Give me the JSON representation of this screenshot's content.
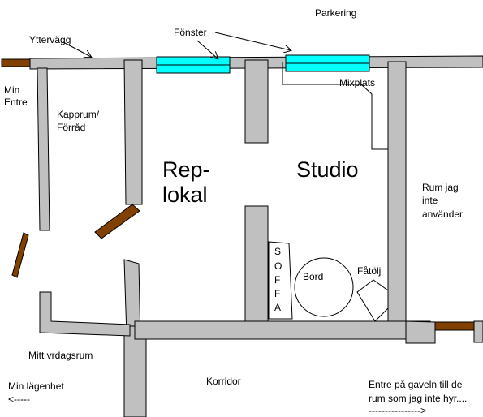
{
  "labels": {
    "parking": "Parkering",
    "outer_wall": "Yttervägg",
    "window": "Fönster",
    "my_entrance": [
      "Min",
      "Entre"
    ],
    "coat_room": [
      "Kapprum/",
      "Förråd"
    ],
    "mix_place": "Mixplats",
    "rehearsal_room": [
      "Rep-",
      "lokal"
    ],
    "studio": "Studio",
    "unused_room": [
      "Rum jag",
      "inte",
      "använder"
    ],
    "sofa": [
      "S",
      "O",
      "F",
      "F",
      "A"
    ],
    "table": "Bord",
    "armchair": "Fåtölj",
    "living_room": "Mitt vrdagsrum",
    "corridor": "Korridor",
    "my_apartment": "Min lägenhet",
    "left_arrow": "<-----",
    "gable_entrance": "Entre på gaveln till de",
    "gable_entrance_2": "rum som jag inte hyr....",
    "right_arrow": "---------------->"
  },
  "colors": {
    "wall": "#c0c0c0",
    "window": "#00ffff",
    "door": "#804000",
    "line": "#000000"
  }
}
